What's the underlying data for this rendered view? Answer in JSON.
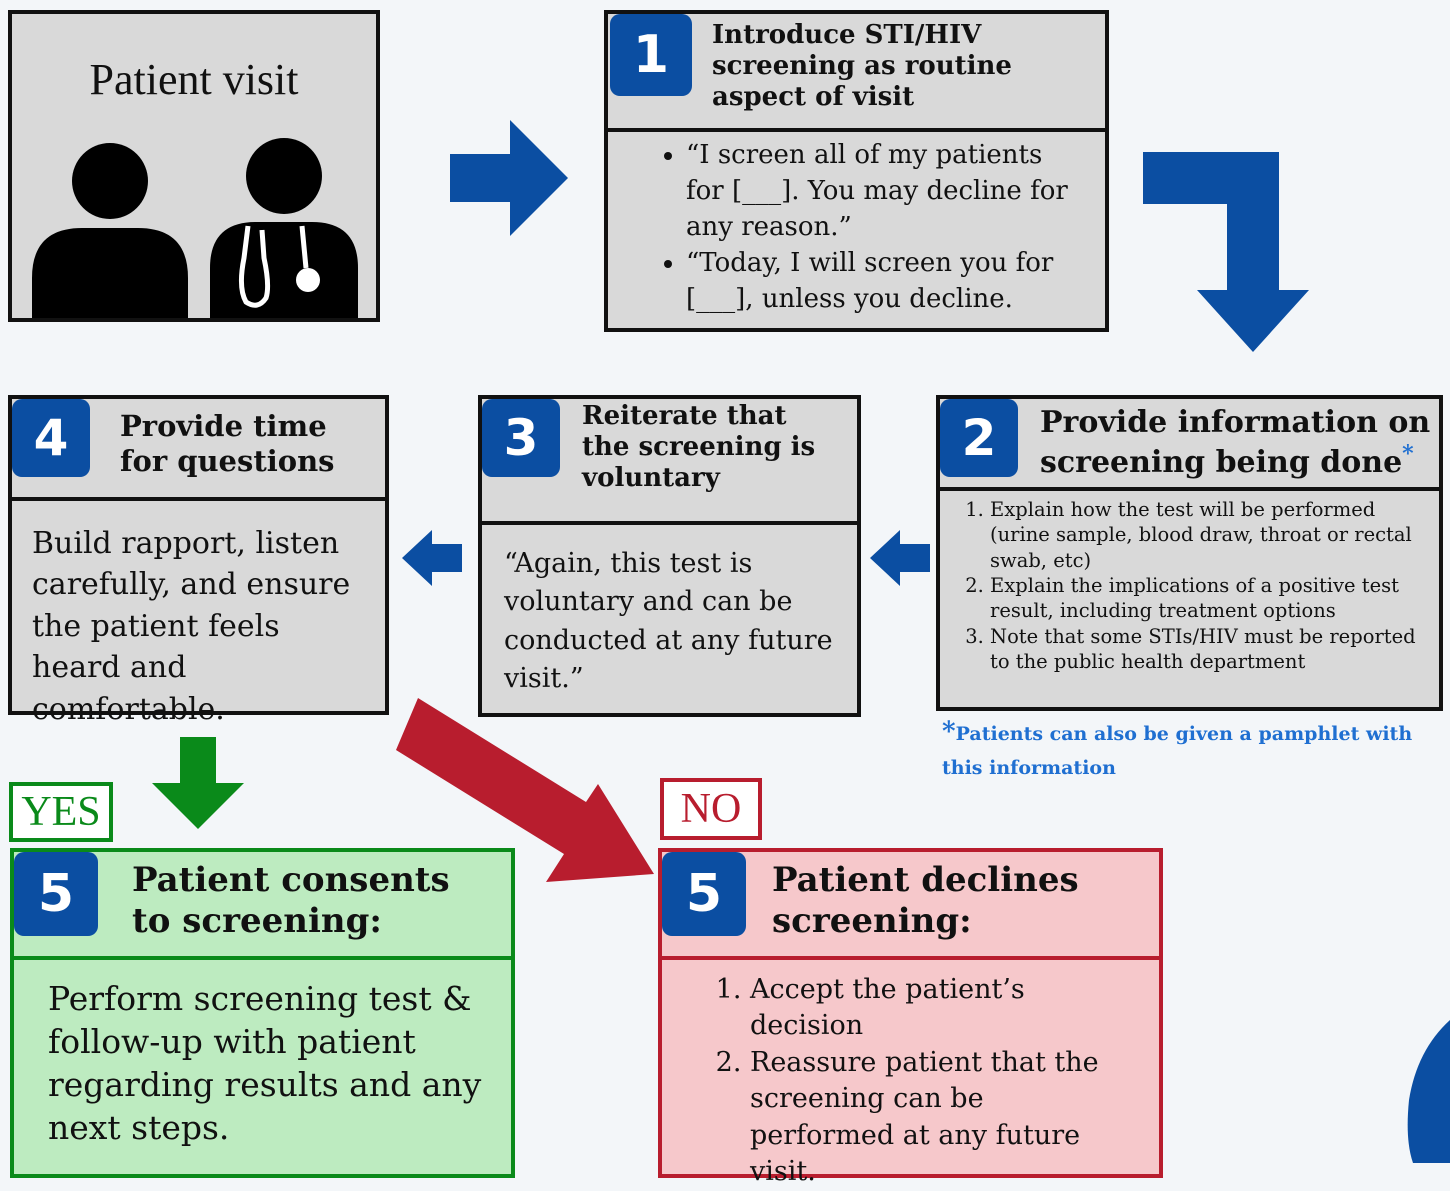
{
  "visit": {
    "title": "Patient visit"
  },
  "step1": {
    "number": "1",
    "title": "Introduce STI/HIV screening as routine aspect of visit",
    "bullets": [
      "“I screen all of my patients for [___]. You may decline for any reason.”",
      "“Today, I will screen you for [___], unless you decline."
    ]
  },
  "step2": {
    "number": "2",
    "title": "Provide information on screening being done",
    "asterisk": "*",
    "items": [
      "Explain how the test will be performed (urine sample, blood draw, throat or rectal swab, etc)",
      "Explain the implications of a positive test result, including treatment options",
      "Note that some STIs/HIV must be reported to the public health department"
    ],
    "footnote_mark": "*",
    "footnote": "Patients can also be given a pamphlet with this information"
  },
  "step3": {
    "number": "3",
    "title": "Reiterate that the screening is voluntary",
    "body": "“Again, this test is voluntary and can be conducted at any future visit.”"
  },
  "step4": {
    "number": "4",
    "title": "Provide time for questions",
    "body": "Build rapport, listen carefully, and ensure the patient feels heard and comfortable."
  },
  "yes": {
    "tag": "YES",
    "number": "5",
    "title": "Patient consents to screening:",
    "body": "Perform screening test & follow-up with patient regarding results and any next steps."
  },
  "no": {
    "tag": "NO",
    "number": "5",
    "title": "Patient declines screening:",
    "items": [
      "Accept the patient’s decision",
      "Reassure patient that the screening can be performed at any future visit."
    ]
  },
  "colors": {
    "badge_blue": "#0b4ea2",
    "arrow_blue": "#0b4ea2",
    "yes_green": "#0a8a1a",
    "yes_fill": "#bdebc0",
    "no_red": "#b81d2e",
    "no_fill": "#f6c8cb",
    "box_gray": "#d9d9d9",
    "footnote_blue": "#1f6fd1"
  },
  "icons": [
    "patient-doctor-icon",
    "stethoscope-icon"
  ]
}
